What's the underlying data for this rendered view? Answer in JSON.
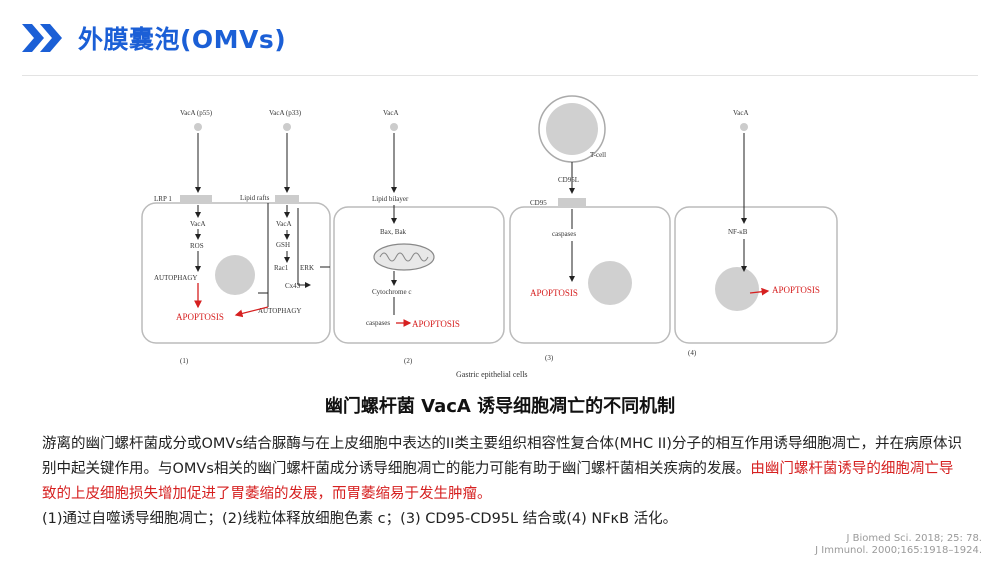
{
  "header": {
    "title": "外膜囊泡(OMVs)"
  },
  "diagram": {
    "panel1": {
      "vaca": "VacA (p55)",
      "receptor": "LRP 1",
      "steps": [
        "VacA",
        "ROS",
        "AUTOPHAGY"
      ],
      "apoptosis": "APOPTOSIS",
      "number": "(1)"
    },
    "panel1b": {
      "vaca": "VacA (p33)",
      "receptor": "Lipid rafts",
      "steps": [
        "VacA",
        "GSH",
        "Rac1",
        "ERK",
        "Cx43"
      ],
      "autophagy": "AUTOPHAGY"
    },
    "panel2": {
      "vaca": "VacA",
      "receptor": "Lipid bilayer",
      "steps": [
        "Bax, Bak",
        "Cytochrome c",
        "caspases"
      ],
      "apoptosis": "APOPTOSIS",
      "number": "(2)"
    },
    "panel3": {
      "tcell": "T-cell",
      "ligand": "CD95L",
      "receptor": "CD95",
      "steps": [
        "caspases"
      ],
      "apoptosis": "APOPTOSIS",
      "number": "(3)"
    },
    "panel4": {
      "vaca": "VacA",
      "steps": [
        "NF-κB"
      ],
      "apoptosis": "APOPTOSIS",
      "number": "(4)"
    },
    "footer": "Gastric epithelial cells"
  },
  "caption": "幽门螺杆菌 VacA 诱导细胞凋亡的不同机制",
  "body": {
    "p1": "游离的幽门螺杆菌成分或OMVs结合脲酶与在上皮细胞中表达的II类主要组织相容性复合体(MHC II)分子的相互作用诱导细胞凋亡，并在病原体识别中起关键作用。与OMVs相关的幽门螺杆菌成分诱导细胞凋亡的能力可能有助于幽门螺杆菌相关疾病的发展。",
    "p1_red": "由幽门螺杆菌诱导的细胞凋亡导致的上皮细胞损失增加促进了胃萎缩的发展，而胃萎缩易于发生肿瘤。",
    "p2": "(1)通过自噬诱导细胞凋亡；(2)线粒体释放细胞色素 c；(3) CD95-CD95L 结合或(4) NFκB 活化。"
  },
  "refs": [
    "J Biomed Sci. 2018; 25: 78.",
    "J Immunol. 2000;165:1918–1924."
  ],
  "colors": {
    "accent": "#1b5fd6",
    "red": "#d62020"
  }
}
